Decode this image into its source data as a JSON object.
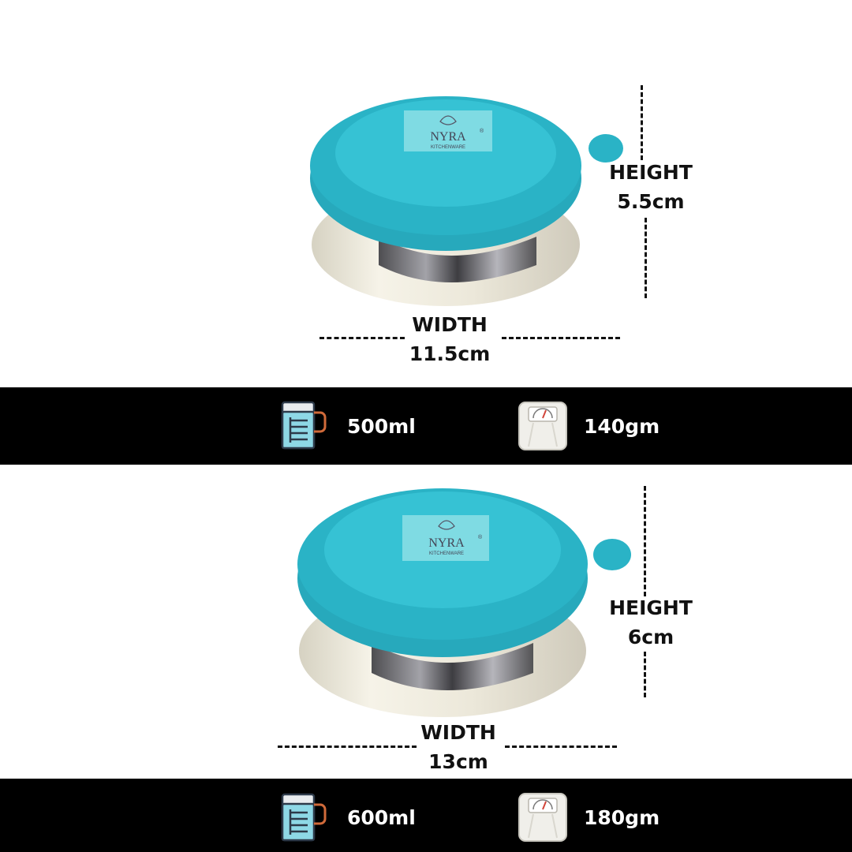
{
  "products": [
    {
      "brand": {
        "name": "NYRA",
        "sub": "KITCHENWARE",
        "mark": "®"
      },
      "height_label": "HEIGHT",
      "height_value": "5.5cm",
      "width_label": "WIDTH",
      "width_value": "11.5cm",
      "capacity": "500ml",
      "weight": "140gm",
      "capacity_icon": "measuring-jug-icon",
      "weight_icon": "weighing-scale-icon"
    },
    {
      "brand": {
        "name": "NYRA",
        "sub": "KITCHENWARE",
        "mark": "®"
      },
      "height_label": "HEIGHT",
      "height_value": "6cm",
      "width_label": "WIDTH",
      "width_value": "13cm",
      "capacity": "600ml",
      "weight": "180gm",
      "capacity_icon": "measuring-jug-icon",
      "weight_icon": "weighing-scale-icon"
    }
  ],
  "colors": {
    "lid_teal": "#2ab3c6",
    "lid_top": "#36c2d4",
    "band": "#000000",
    "text_dark": "#111111"
  }
}
